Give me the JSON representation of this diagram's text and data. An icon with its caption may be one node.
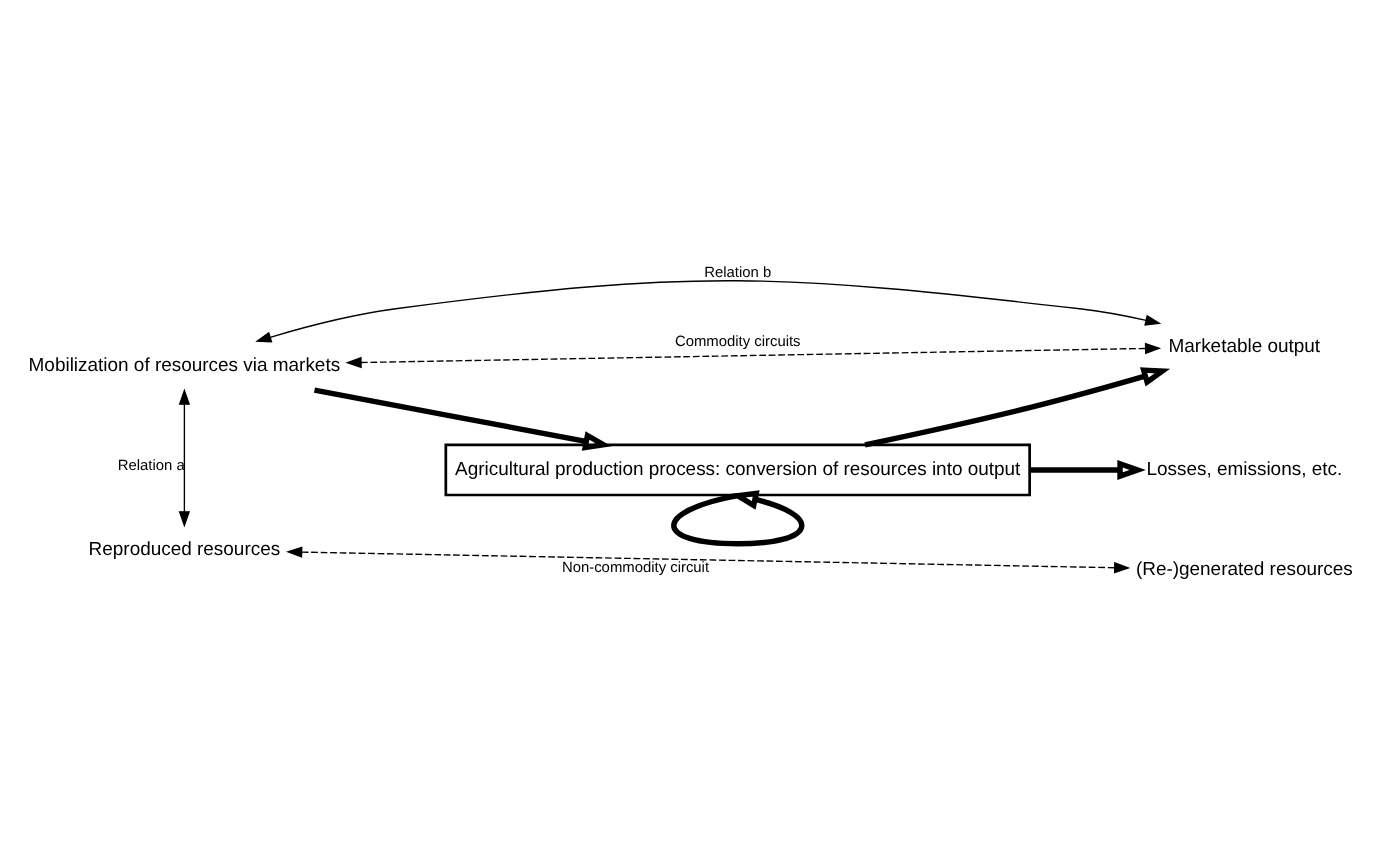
{
  "diagram": {
    "nodes": [
      {
        "text": [
          "Mobilization of resources via markets"
        ]
      },
      {
        "text": [
          "Marketable output"
        ]
      },
      {
        "text": [
          "Agricultural production process: conversion of resources into output"
        ]
      },
      {
        "text": [
          "Losses, emissions, etc."
        ]
      },
      {
        "text": [
          "Reproduced resources"
        ]
      },
      {
        "text": [
          "(Re-)generated resources"
        ]
      }
    ],
    "edges": [
      {
        "from": 0,
        "to": 2,
        "arrow": "to",
        "style": "thick"
      },
      {
        "from": 2,
        "to": 1,
        "arrow": "to",
        "style": "thick"
      },
      {
        "from": 2,
        "to": 3,
        "arrow": "to",
        "style": "thick"
      },
      {
        "from": 2,
        "to": 2,
        "arrow": "to",
        "style": "thick"
      },
      {
        "from": 0,
        "to": 1,
        "arrow": "both",
        "label": "Relation b"
      },
      {
        "from": 0,
        "to": 1,
        "arrow": "both",
        "style": "dashed",
        "label": "Commodity circuits"
      },
      {
        "from": 0,
        "to": 4,
        "arrow": "both",
        "label": "Relation a"
      },
      {
        "from": 4,
        "to": 5,
        "arrow": "both",
        "style": "dashed",
        "label": "Non-commodity circuit"
      }
    ]
  }
}
